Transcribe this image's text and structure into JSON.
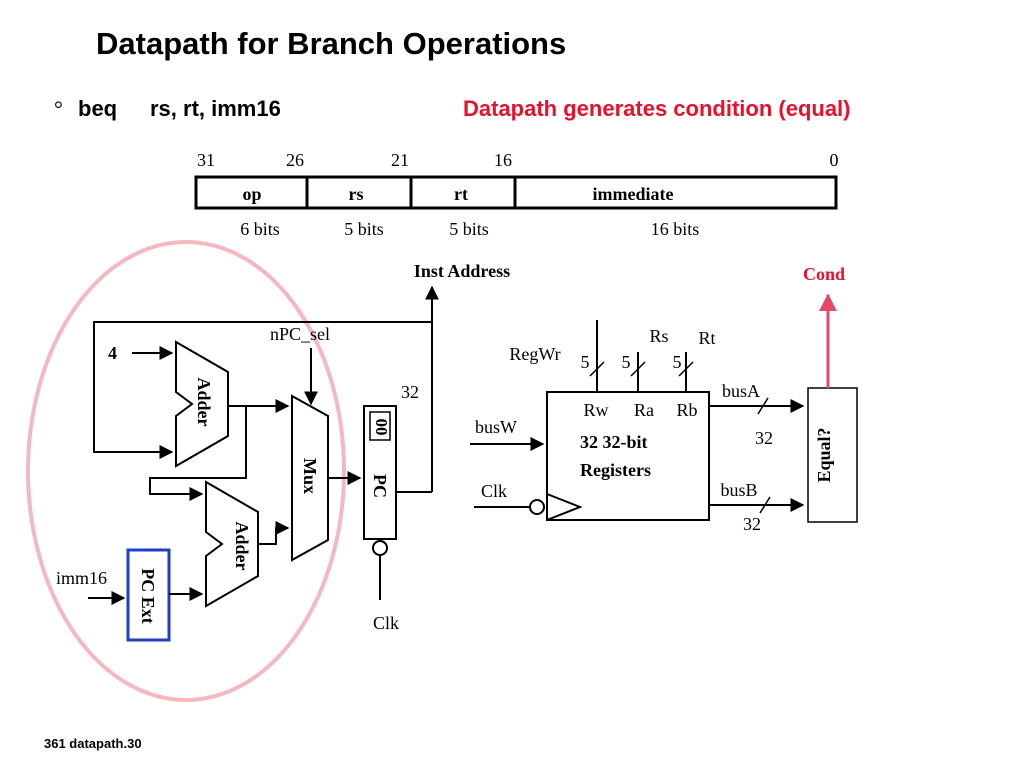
{
  "slide": {
    "title": "Datapath for Branch Operations",
    "bullet": "°",
    "instruction": {
      "mnemonic": "beq",
      "operands": "rs, rt, imm16"
    },
    "note": "Datapath generates condition (equal)",
    "footer": "361 datapath.30"
  },
  "instruction_format": {
    "bit_positions": [
      "31",
      "26",
      "21",
      "16",
      "0"
    ],
    "fields": [
      {
        "name": "op",
        "width": "6 bits"
      },
      {
        "name": "rs",
        "width": "5 bits"
      },
      {
        "name": "rt",
        "width": "5 bits"
      },
      {
        "name": "immediate",
        "width": "16 bits"
      }
    ]
  },
  "datapath": {
    "const_four": "4",
    "adder_top": "Adder",
    "adder_bottom": "Adder",
    "mux": "Mux",
    "npc_sel": "nPC_sel",
    "pc_low_bits": "00",
    "pc": "PC",
    "pc_clk": "Clk",
    "bus_width_pc": "32",
    "inst_address": "Inst Address",
    "imm16": "imm16",
    "pc_ext": "PC Ext"
  },
  "register_file": {
    "regwr": "RegWr",
    "rs": "Rs",
    "rt": "Rt",
    "width_labels": [
      "5",
      "5",
      "5"
    ],
    "port_rw": "Rw",
    "port_ra": "Ra",
    "port_rb": "Rb",
    "title_line1": "32 32-bit",
    "title_line2": "Registers",
    "busw": "busW",
    "clk": "Clk",
    "busa": "busA",
    "busa_width": "32",
    "busb": "busB",
    "busb_width": "32"
  },
  "comparator": {
    "label": "Equal?",
    "output": "Cond"
  },
  "colors": {
    "note_red": "#e8102a",
    "highlight_ellipse": "#f5b8c0",
    "cond_arrow": "#e24a6c",
    "pc_ext_border": "#1f3fc7"
  }
}
